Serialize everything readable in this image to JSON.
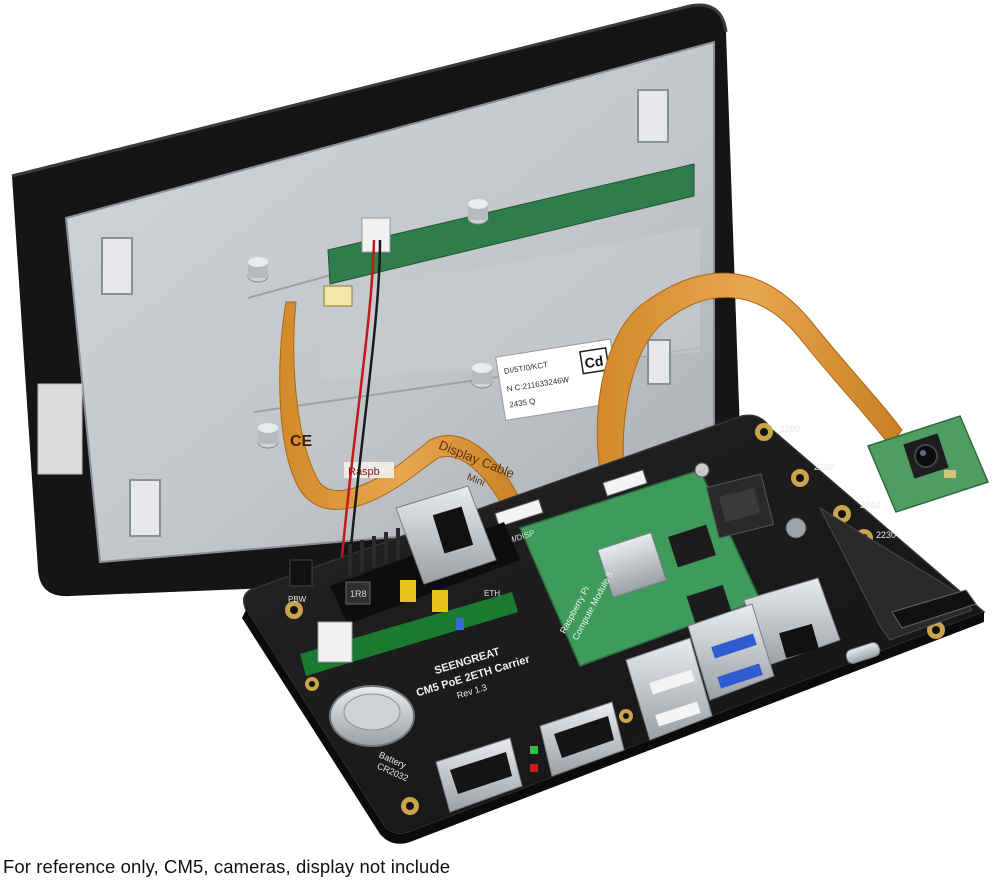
{
  "caption": "For reference only, CM5, cameras, display not include",
  "display_back": {
    "sticker_logo": "Cd",
    "sticker_lines": [
      "DI/5T/0/KCT",
      "N C:211633246W",
      "2435 Q"
    ],
    "ribbon_text": "Display Cable",
    "ribbon_text_2": "Mini",
    "ribbon_brand": "Raspb",
    "ce_mark": "CE"
  },
  "carrier_board": {
    "brand": "SEENGREAT",
    "model": "CM5 PoE 2ETH Carrier",
    "revision": "Rev 1.3",
    "battery_label": "Battery",
    "battery_type": "CR2032",
    "pbw_label": "PBW",
    "eth_label": "ETH",
    "cam_label": "CAM/DISP",
    "ssd_sizes": [
      "2280",
      "2260",
      "2242",
      "2230"
    ],
    "module_brand": "Raspberry Pi",
    "module_name": "Compute Module 5",
    "inductor_code": "1R8"
  },
  "colors": {
    "pcb": "#1a1a1a",
    "module_green": "#3f9b5c",
    "ribbon": "#d9902f",
    "bezel": "#161616",
    "metal": "#bfc3c7",
    "usb_blue": "#2f5bd0"
  }
}
